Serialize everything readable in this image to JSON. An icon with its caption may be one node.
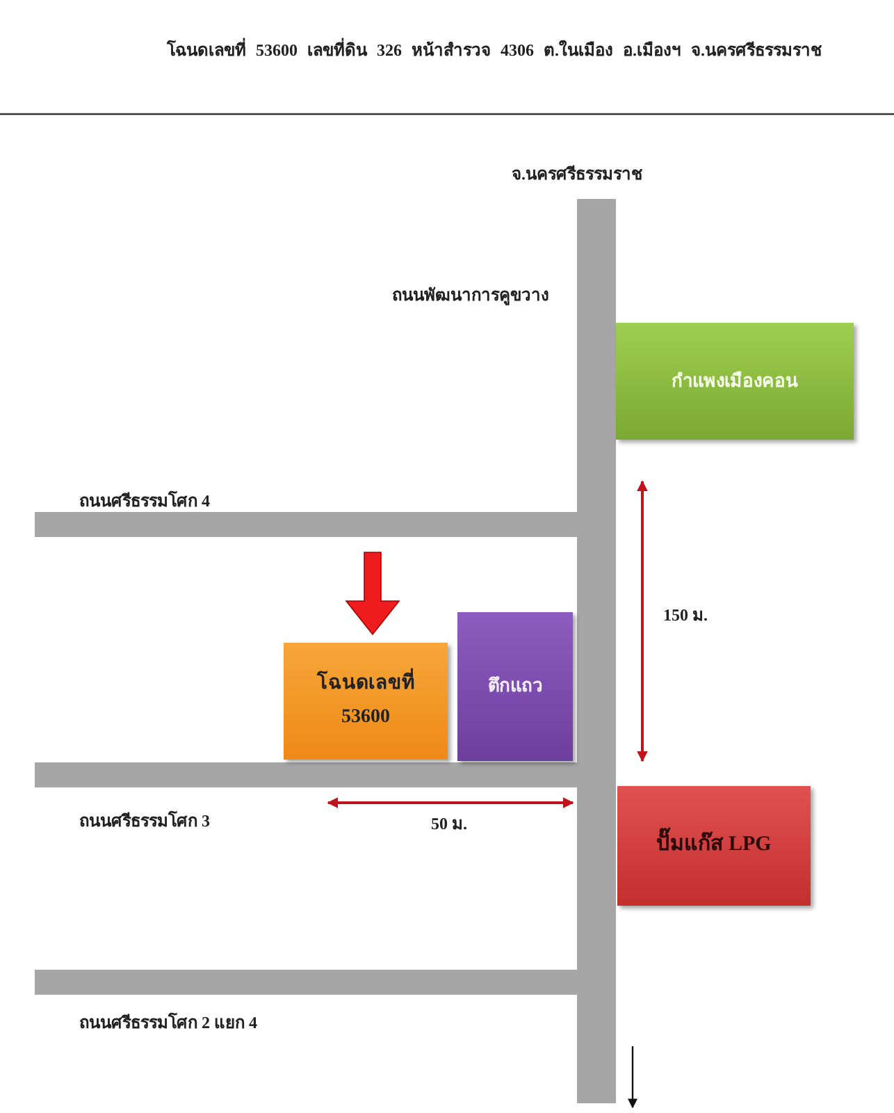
{
  "diagram": {
    "title": "โฉนดเลขที่ 53600 เลขที่ดิน 326 หน้าสำรวจ 4306 ต.ในเมือง อ.เมืองฯ จ.นครศรีธรรมราช",
    "nodes": [
      {
        "text": [
          "กำแพงเมืองคอน"
        ]
      },
      {
        "text": [
          "โฉนดเลขที่ 53600"
        ]
      },
      {
        "text": [
          "ตึกแถว"
        ]
      },
      {
        "text": [
          "ปั๊มแก๊ส LPG"
        ]
      }
    ],
    "edges": [
      {
        "from": null,
        "to": 1,
        "arrow": "to",
        "style": "thick",
        "color": "#ee1c1c"
      }
    ],
    "labels": [
      "จ.นครศรีธรรมราช",
      "ถนนพัฒนาการคูขวาง",
      "ถนนศรีธรรมโศก 4",
      "150 ม.",
      "ถนนศรีธรรมโศก 3",
      "50 ม.",
      "ถนนศรีธรรมโศก 2 แยก 4"
    ]
  }
}
